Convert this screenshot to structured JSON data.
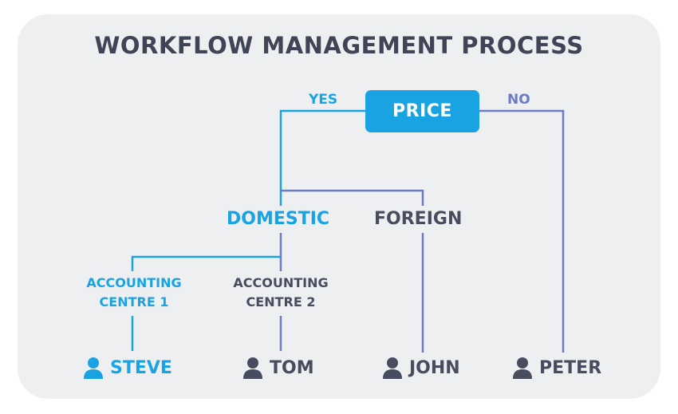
{
  "title": "WORKFLOW MANAGEMENT PROCESS",
  "decision": {
    "label": "PRICE",
    "yes_label": "YES",
    "no_label": "NO"
  },
  "regions": {
    "domestic": "DOMESTIC",
    "foreign": "FOREIGN"
  },
  "centres": {
    "centre_1": [
      "ACCOUNTING",
      "CENTRE 1"
    ],
    "centre_2": [
      "ACCOUNTING",
      "CENTRE 2"
    ]
  },
  "people": [
    {
      "name": "STEVE",
      "icon": "person-icon",
      "color": "#1aa3e3"
    },
    {
      "name": "TOM",
      "icon": "person-icon",
      "color": "#474c5f"
    },
    {
      "name": "JOHN",
      "icon": "person-icon",
      "color": "#474c5f"
    },
    {
      "name": "PETER",
      "icon": "person-icon",
      "color": "#474c5f"
    }
  ],
  "colors": {
    "accent": "#1aa3e3",
    "secondary_line": "#6d7cc2",
    "text_dark": "#474c5f",
    "background": "#eeeff1"
  }
}
